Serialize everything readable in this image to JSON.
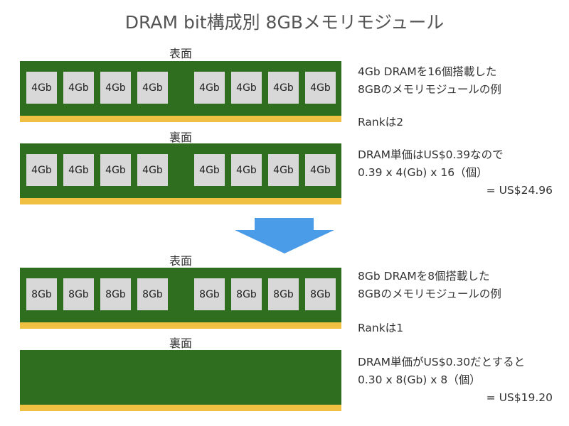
{
  "title": "DRAM bit構成別 8GBメモリモジュール",
  "top": {
    "front_label": "表面",
    "back_label": "裏面",
    "front_chips": [
      "4Gb",
      "4Gb",
      "4Gb",
      "4Gb",
      "4Gb",
      "4Gb",
      "4Gb",
      "4Gb"
    ],
    "back_chips": [
      "4Gb",
      "4Gb",
      "4Gb",
      "4Gb",
      "4Gb",
      "4Gb",
      "4Gb",
      "4Gb"
    ],
    "desc1": "4Gb DRAMを16個搭載した",
    "desc2": "8GBのメモリモジュールの例",
    "rank": "Rankは2",
    "price1": "DRAM単価はUS$0.39なので",
    "price2": "0.39 x 4(Gb) x 16（個）",
    "total": "= US$24.96"
  },
  "bottom": {
    "front_label": "表面",
    "back_label": "裏面",
    "front_chips": [
      "8Gb",
      "8Gb",
      "8Gb",
      "8Gb",
      "8Gb",
      "8Gb",
      "8Gb",
      "8Gb"
    ],
    "desc1": "8Gb DRAMを8個搭載した",
    "desc2": "8GBのメモリモジュールの例",
    "rank": "Rankは1",
    "price1": "DRAM単価がUS$0.30だとすると",
    "price2": "0.30 x 8(Gb) x 8（個）",
    "total": "= US$19.20"
  },
  "colors": {
    "pcb": "#2f6e1e",
    "gold": "#efc041",
    "chip": "#d8d8d8",
    "arrow": "#4a9be8"
  }
}
